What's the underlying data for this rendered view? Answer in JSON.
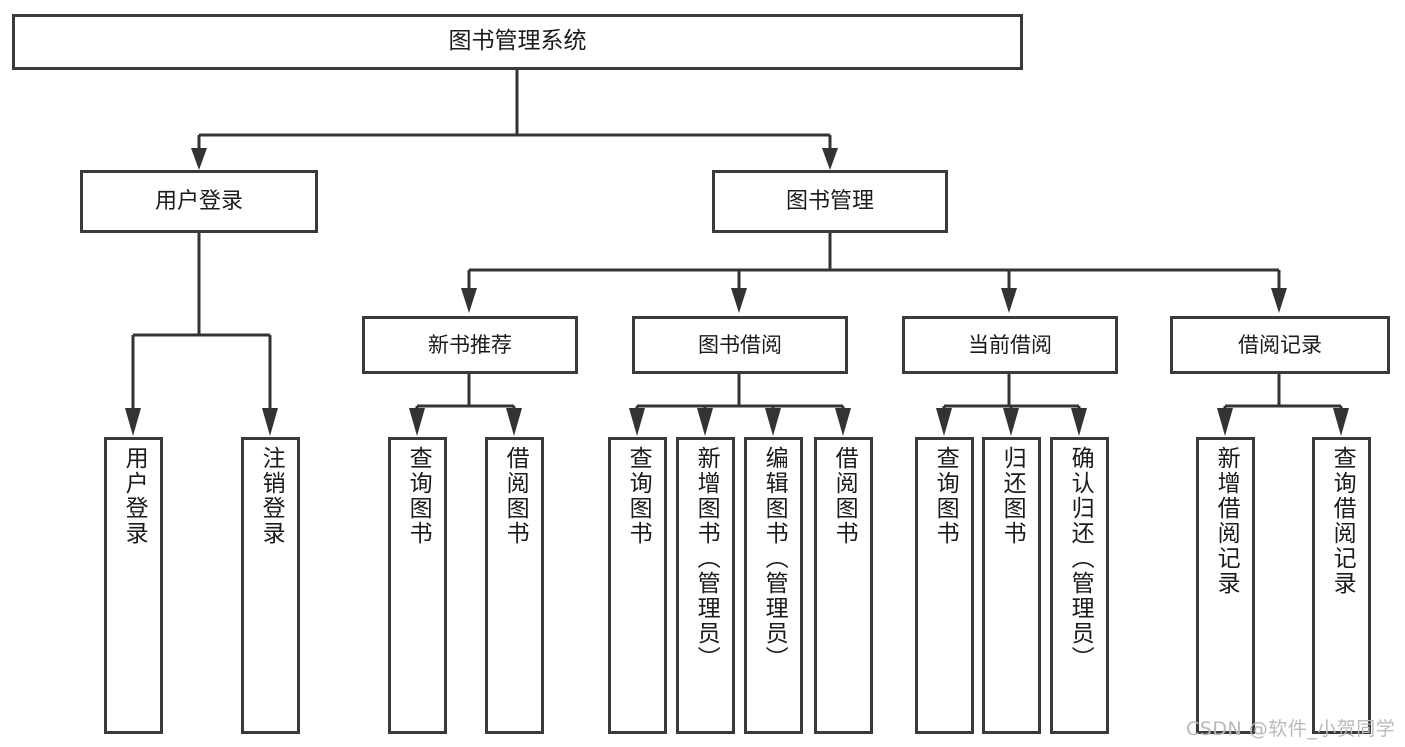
{
  "diagram": {
    "title": "图书管理系统",
    "type": "功能结构图",
    "root": {
      "label": "图书管理系统"
    },
    "level1": [
      {
        "label": "用户登录"
      },
      {
        "label": "图书管理"
      }
    ],
    "level2": [
      {
        "label": "新书推荐",
        "parent": "图书管理"
      },
      {
        "label": "图书借阅",
        "parent": "图书管理"
      },
      {
        "label": "当前借阅",
        "parent": "图书管理"
      },
      {
        "label": "借阅记录",
        "parent": "图书管理"
      }
    ],
    "leaves": {
      "user_login": [
        {
          "label": "用户登录"
        },
        {
          "label": "注销登录"
        }
      ],
      "new_book_recommend": [
        {
          "label": "查询图书"
        },
        {
          "label": "借阅图书"
        }
      ],
      "book_borrow": [
        {
          "label": "查询图书"
        },
        {
          "label": "新增图书（管理员）"
        },
        {
          "label": "编辑图书（管理员）"
        },
        {
          "label": "借阅图书"
        }
      ],
      "current_borrow": [
        {
          "label": "查询图书"
        },
        {
          "label": "归还图书"
        },
        {
          "label": "确认归还（管理员）"
        }
      ],
      "borrow_record": [
        {
          "label": "新增借阅记录"
        },
        {
          "label": "查询借阅记录"
        }
      ]
    },
    "watermark": "CSDN @软件_小贺同学",
    "colors": {
      "box_border": "#3a3a3a",
      "connector": "#333333",
      "background": "#ffffff",
      "text": "#1b1b1b",
      "watermark": "#b9b9b9"
    }
  }
}
